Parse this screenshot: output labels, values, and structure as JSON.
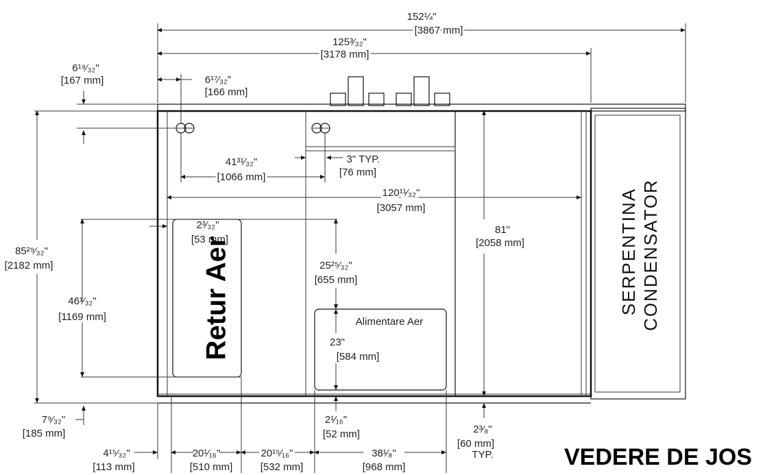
{
  "title": "VEDERE DE JOS",
  "labels": {
    "return_air": "Retur Aer",
    "supply_air": "Alimentare Aer",
    "coil_line1": "SERPENTINA",
    "coil_line2": "CONDENSATOR"
  },
  "dimensions": {
    "overall_width": {
      "imperial": "152¼\"",
      "metric": "[3867 mm]"
    },
    "cabinet_width": {
      "imperial": "125³⁄₃₂\"",
      "metric": "[3178 mm]"
    },
    "top_offset": {
      "imperial": "6¹⁹⁄₃₂\"",
      "metric": "[167 mm]"
    },
    "left_offset": {
      "imperial": "6¹⁷⁄₃₂\"",
      "metric": "[166 mm]"
    },
    "lift_spacing": {
      "imperial": "41³¹⁄₃₂\"",
      "metric": "[1066 mm]"
    },
    "typ_3": {
      "imperial": "3\" TYP.",
      "metric": "[76 mm]"
    },
    "inner_width": {
      "imperial": "120¹¹⁄₃₂\"",
      "metric": "[3057 mm]"
    },
    "return_offset": {
      "imperial": "2³⁄₃₂\"",
      "metric": "[53 mm]"
    },
    "supply_top": {
      "imperial": "25²⁵⁄₃₂\"",
      "metric": "[655 mm]"
    },
    "height_81": {
      "imperial": "81\"",
      "metric": "[2058 mm]"
    },
    "overall_height": {
      "imperial": "85²⁹⁄₃₂\"",
      "metric": "[2182 mm]"
    },
    "return_height": {
      "imperial": "46¹⁄₃₂\"",
      "metric": "[1169 mm]"
    },
    "supply_height": {
      "imperial": "23\"",
      "metric": "[584 mm]"
    },
    "bottom_offset": {
      "imperial": "7⁹⁄₃₂\"",
      "metric": "[185 mm]"
    },
    "supply_bottom": {
      "imperial": "2¹⁄₁₆\"",
      "metric": "[52 mm]"
    },
    "coil_bottom": {
      "imperial": "2³⁄₈\"",
      "metric": "[60 mm]",
      "note": "TYP."
    },
    "x1": {
      "imperial": "4¹⁵⁄₃₂\"",
      "metric": "[113 mm]"
    },
    "x2": {
      "imperial": "20¹⁄₁₆\"",
      "metric": "[510 mm]"
    },
    "x3": {
      "imperial": "20¹⁵⁄₁₆\"",
      "metric": "[532 mm]"
    },
    "x4": {
      "imperial": "38¹⁄₈\"",
      "metric": "[968 mm]"
    }
  }
}
